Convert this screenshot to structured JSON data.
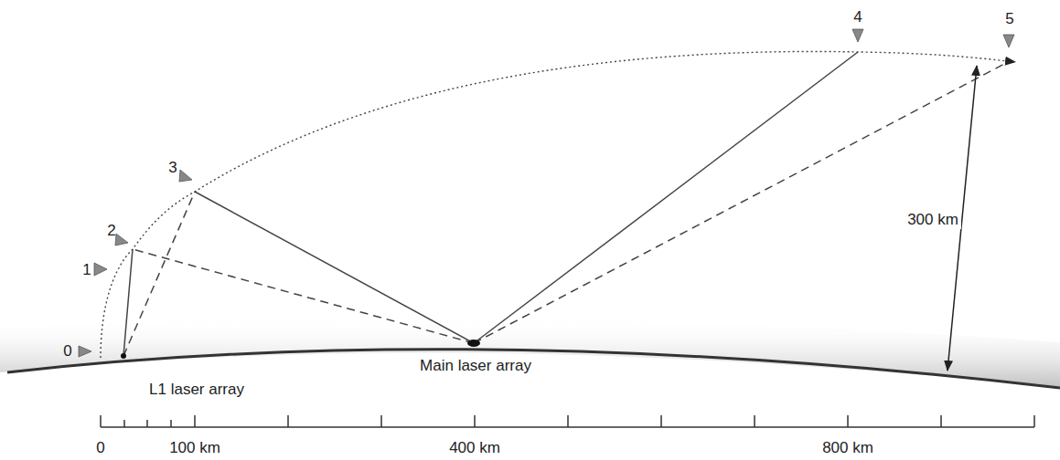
{
  "diagram": {
    "labels": [
      "0",
      "1",
      "2",
      "3",
      "4",
      "5",
      "L1 laser array",
      "Main laser array",
      "300 km",
      "0",
      "100 km",
      "400 km",
      "800 km"
    ]
  }
}
